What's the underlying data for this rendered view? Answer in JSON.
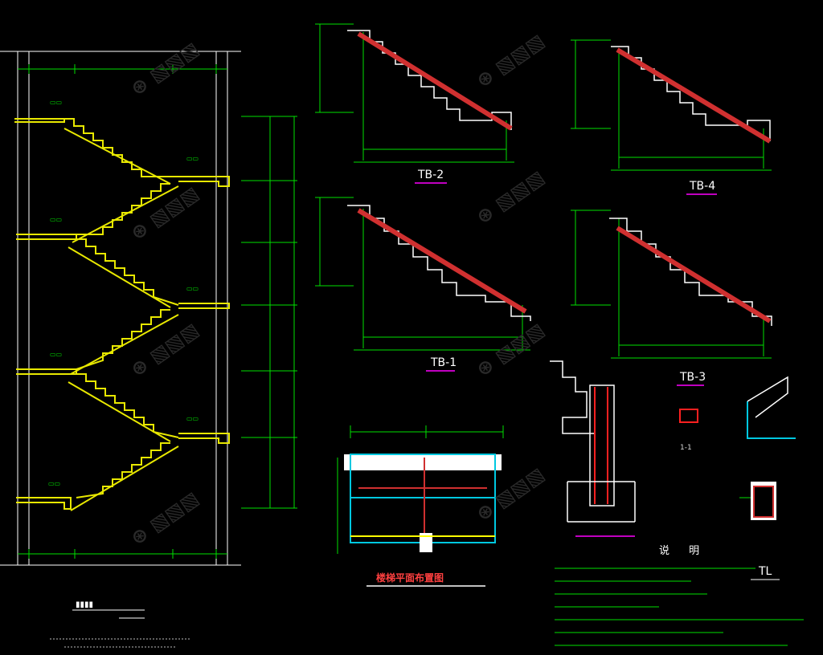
{
  "colors": {
    "background": "#000000",
    "dimension": "#00e000",
    "stair_outline": "#e8e800",
    "slab_hatch": "#d04040",
    "rebar": "#ff2020",
    "wall": "#ffffff",
    "beam": "#00c8e0",
    "text": "#ffffff",
    "underline": "#c000c0",
    "accent_text": "#ff4040"
  },
  "labels": {
    "tb2": "TB-2",
    "tb1": "TB-1",
    "tb3": "TB-3",
    "tb4": "TB-4",
    "section_11": "1-1",
    "tl": "TL",
    "notes_title": "说 明",
    "plan_title": "楼梯平面布置图"
  },
  "icons": [
    "watermark-logo-icon"
  ]
}
